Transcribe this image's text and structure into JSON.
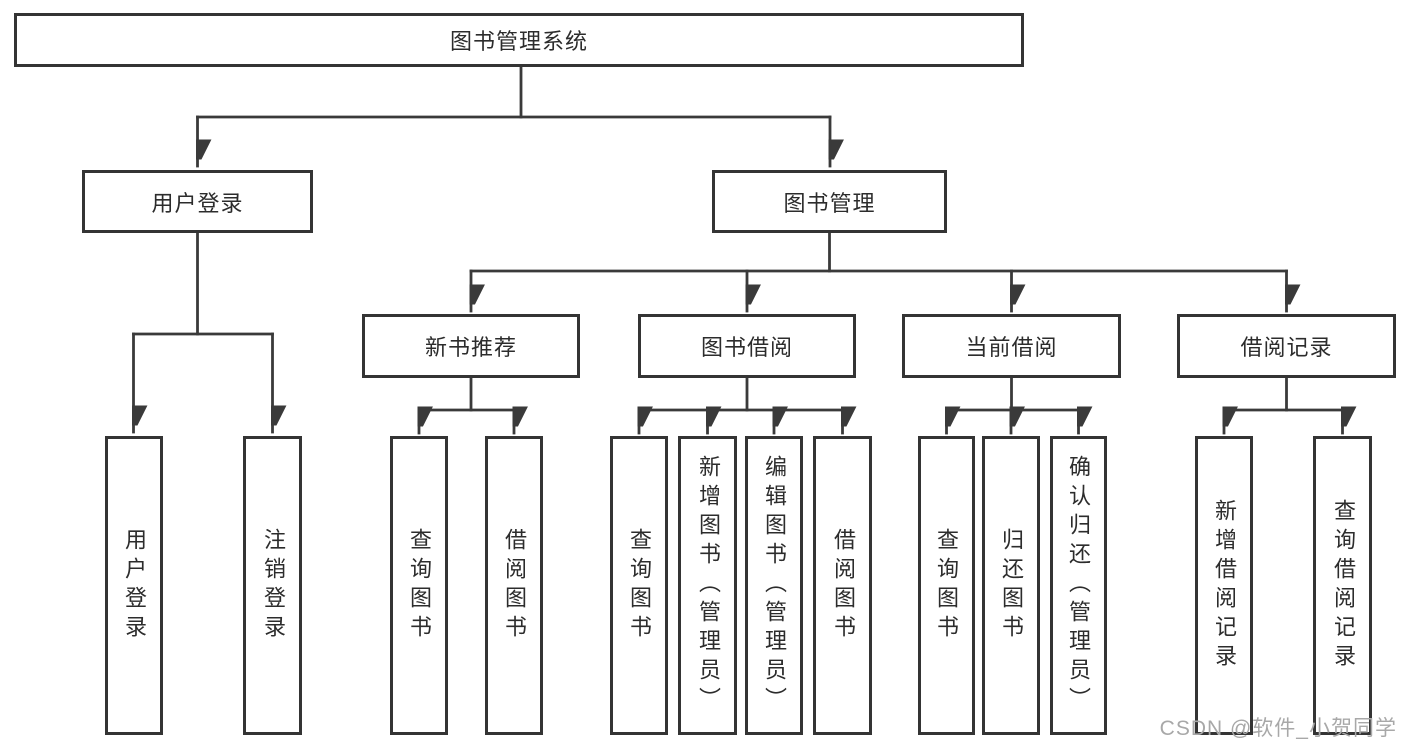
{
  "diagram": {
    "type": "hierarchy-tree",
    "title": "图书管理系统",
    "watermark": "CSDN @软件_小贺同学",
    "colors": {
      "background": "#ffffff",
      "line": "#3a3a3a",
      "border": "#343434",
      "text": "#2c2c2c",
      "watermark": "#a8a8a8"
    },
    "nodes": {
      "root": {
        "label": "图书管理系统",
        "level": 1
      },
      "user_login_group": {
        "label": "用户登录",
        "level": 2
      },
      "book_mgmt": {
        "label": "图书管理",
        "level": 2
      },
      "new_book_rec": {
        "label": "新书推荐",
        "level": 3
      },
      "book_borrow": {
        "label": "图书借阅",
        "level": 3
      },
      "current_borrow": {
        "label": "当前借阅",
        "level": 3
      },
      "borrow_records": {
        "label": "借阅记录",
        "level": 3
      },
      "user_login": {
        "label": "用户登录",
        "level": 4
      },
      "logout": {
        "label": "注销登录",
        "level": 4
      },
      "rec_query_book": {
        "label": "查询图书",
        "level": 4
      },
      "rec_borrow_book": {
        "label": "借阅图书",
        "level": 4
      },
      "bb_query_book": {
        "label": "查询图书",
        "level": 4
      },
      "bb_add_book": {
        "label": "新增图书（管理员）",
        "level": 4
      },
      "bb_edit_book": {
        "label": "编辑图书（管理员）",
        "level": 4
      },
      "bb_borrow_book": {
        "label": "借阅图书",
        "level": 4
      },
      "cb_query_book": {
        "label": "查询图书",
        "level": 4
      },
      "cb_return_book": {
        "label": "归还图书",
        "level": 4
      },
      "cb_confirm_return": {
        "label": "确认归还（管理员）",
        "level": 4
      },
      "br_add_record": {
        "label": "新增借阅记录",
        "level": 4
      },
      "br_query_record": {
        "label": "查询借阅记录",
        "level": 4
      }
    },
    "edges": [
      [
        "root",
        "user_login_group"
      ],
      [
        "root",
        "book_mgmt"
      ],
      [
        "user_login_group",
        "user_login"
      ],
      [
        "user_login_group",
        "logout"
      ],
      [
        "book_mgmt",
        "new_book_rec"
      ],
      [
        "book_mgmt",
        "book_borrow"
      ],
      [
        "book_mgmt",
        "current_borrow"
      ],
      [
        "book_mgmt",
        "borrow_records"
      ],
      [
        "new_book_rec",
        "rec_query_book"
      ],
      [
        "new_book_rec",
        "rec_borrow_book"
      ],
      [
        "book_borrow",
        "bb_query_book"
      ],
      [
        "book_borrow",
        "bb_add_book"
      ],
      [
        "book_borrow",
        "bb_edit_book"
      ],
      [
        "book_borrow",
        "bb_borrow_book"
      ],
      [
        "current_borrow",
        "cb_query_book"
      ],
      [
        "current_borrow",
        "cb_return_book"
      ],
      [
        "current_borrow",
        "cb_confirm_return"
      ],
      [
        "borrow_records",
        "br_add_record"
      ],
      [
        "borrow_records",
        "br_query_record"
      ]
    ]
  }
}
